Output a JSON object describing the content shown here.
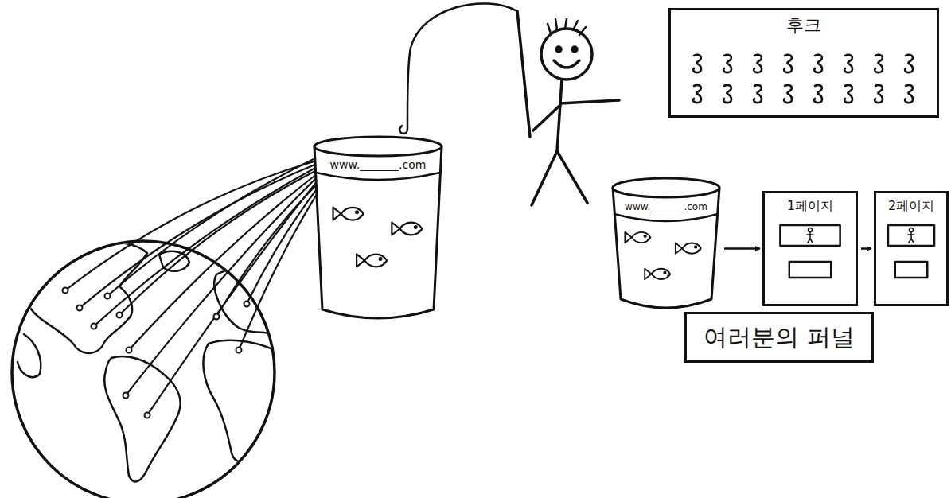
{
  "diagram": {
    "nodes": [
      {
        "text": [
          "www._______.com"
        ]
      },
      {
        "text": [
          "후크"
        ]
      },
      {
        "text": [
          "www._______.com"
        ]
      },
      {
        "text": [
          "1페이지"
        ]
      },
      {
        "text": [
          "2페이지"
        ]
      },
      {
        "text": [
          "여러분의 퍼널"
        ]
      }
    ],
    "edges": [
      {
        "from": 2,
        "to": 3,
        "arrow": "to"
      },
      {
        "from": 3,
        "to": 4,
        "arrow": "to"
      }
    ]
  }
}
